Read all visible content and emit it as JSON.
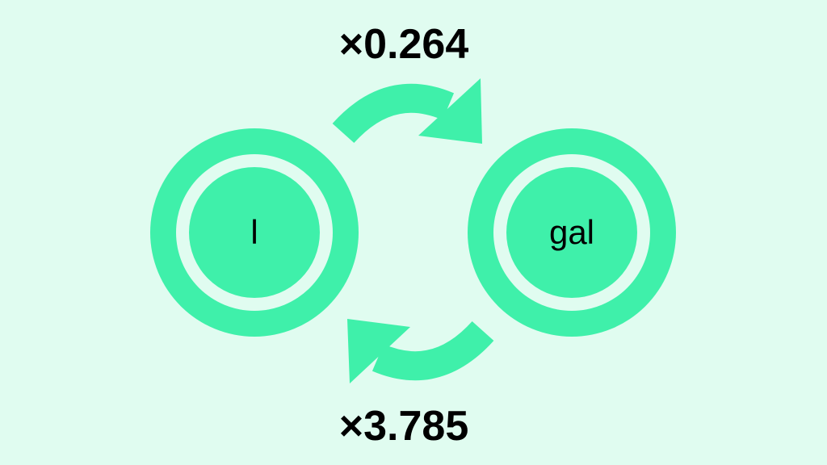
{
  "colors": {
    "background": "#e0fcf0",
    "accent": "#3ff0aa",
    "text": "#000000"
  },
  "units": {
    "left": "l",
    "right": "gal"
  },
  "conversions": {
    "top_factor": "×0.264",
    "bottom_factor": "×3.785"
  },
  "icons": {
    "top_arrow": "curved-arrow-right-icon",
    "bottom_arrow": "curved-arrow-left-icon"
  }
}
